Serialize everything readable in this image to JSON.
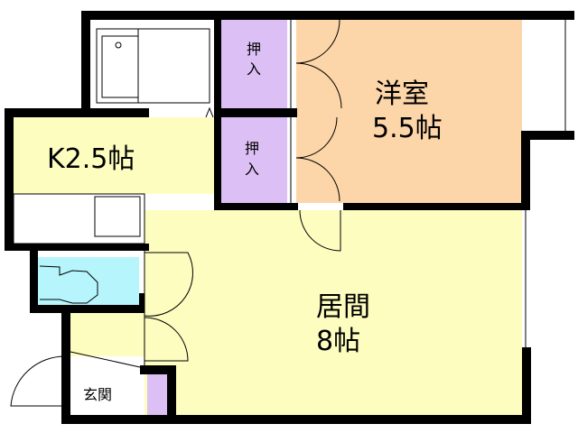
{
  "rooms": {
    "western_room": {
      "name": "洋室",
      "size": "5.5帖"
    },
    "kitchen": {
      "label": "K2.5帖"
    },
    "closet_upper": {
      "label_line1": "押",
      "label_line2": "入"
    },
    "closet_lower": {
      "label_line1": "押",
      "label_line2": "入"
    },
    "living": {
      "name": "居間",
      "size": "8帖"
    },
    "entrance": {
      "label": "玄関"
    }
  },
  "colors": {
    "western_room": "#fcd5a8",
    "closet": "#dcc0f5",
    "living_kitchen": "#fdfdc0",
    "toilet": "#b5f5fb",
    "wall": "#000000"
  }
}
